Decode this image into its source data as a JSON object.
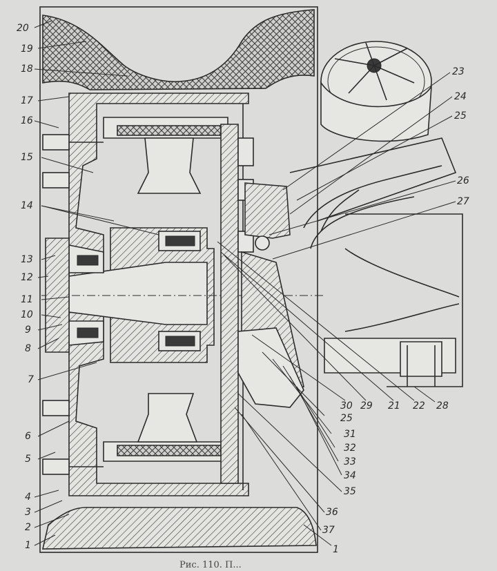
{
  "figure": {
    "caption": "Рис. 110. П...",
    "labels_left": [
      "20",
      "19",
      "18",
      "17",
      "16",
      "15",
      "14",
      "13",
      "12",
      "11",
      "10",
      "9",
      "8",
      "7",
      "6",
      "5",
      "4",
      "3",
      "2",
      "1"
    ],
    "labels_right": [
      "23",
      "24",
      "25",
      "26",
      "27",
      "28",
      "22",
      "21",
      "29",
      "30",
      "25",
      "31",
      "32",
      "33",
      "34",
      "35",
      "36",
      "37",
      "1"
    ]
  }
}
